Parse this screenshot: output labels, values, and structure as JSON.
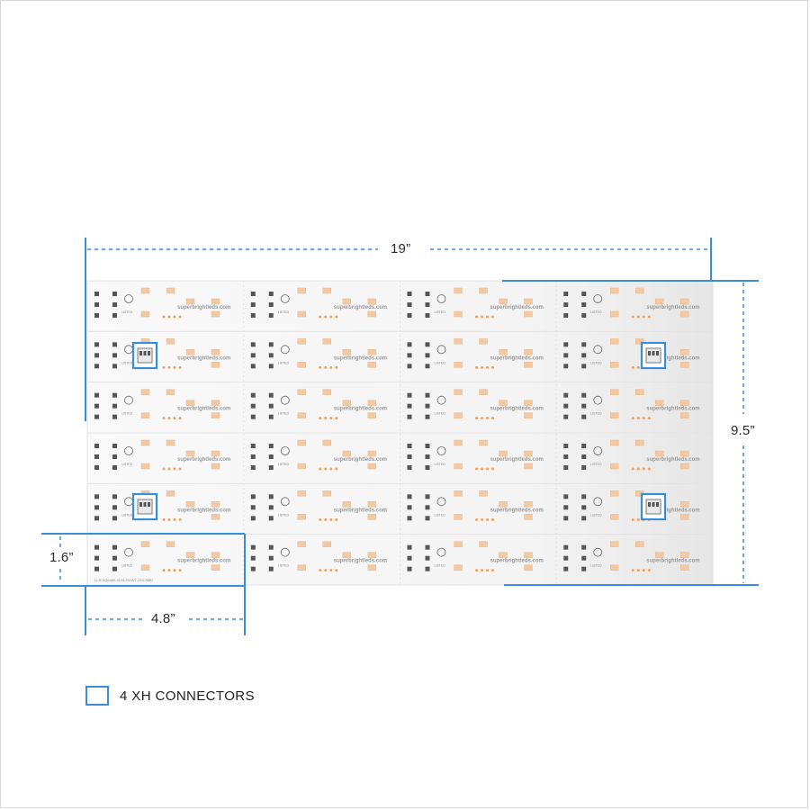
{
  "dimensions": {
    "width": "19”",
    "height": "9.5”",
    "cell_height": "1.6”",
    "cell_width": "4.8”"
  },
  "legend": {
    "label": "4 XH CONNECTORS"
  },
  "panel": {
    "rows": 6,
    "cols": 4,
    "brand_text": "superbrightleds.com",
    "part_text": "LLS-SQ6480-4124-RGWT-24V-SMD",
    "listed_text": "LISTED",
    "connector_count": 4
  },
  "colors": {
    "accent": "#3a8ed8",
    "dimension_line": "#3a8ed8",
    "board": "#f7f7f7",
    "led_warm": "#f3c9a4",
    "led_dark": "#4a4a4a"
  }
}
